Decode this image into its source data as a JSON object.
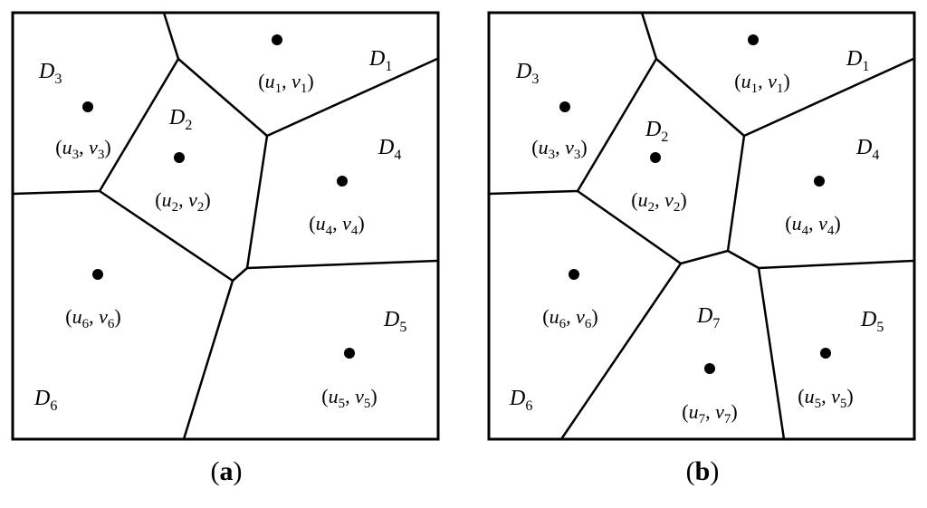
{
  "panels": [
    {
      "id": "a",
      "caption": "a",
      "regions": [
        {
          "letter": "D",
          "index": "1"
        },
        {
          "letter": "D",
          "index": "2"
        },
        {
          "letter": "D",
          "index": "3"
        },
        {
          "letter": "D",
          "index": "4"
        },
        {
          "letter": "D",
          "index": "5"
        },
        {
          "letter": "D",
          "index": "6"
        }
      ],
      "sites": [
        {
          "u": "u",
          "v": "v",
          "index": "1"
        },
        {
          "u": "u",
          "v": "v",
          "index": "2"
        },
        {
          "u": "u",
          "v": "v",
          "index": "3"
        },
        {
          "u": "u",
          "v": "v",
          "index": "4"
        },
        {
          "u": "u",
          "v": "v",
          "index": "5"
        },
        {
          "u": "u",
          "v": "v",
          "index": "6"
        }
      ]
    },
    {
      "id": "b",
      "caption": "b",
      "regions": [
        {
          "letter": "D",
          "index": "1"
        },
        {
          "letter": "D",
          "index": "2"
        },
        {
          "letter": "D",
          "index": "3"
        },
        {
          "letter": "D",
          "index": "4"
        },
        {
          "letter": "D",
          "index": "5"
        },
        {
          "letter": "D",
          "index": "6"
        },
        {
          "letter": "D",
          "index": "7"
        }
      ],
      "sites": [
        {
          "u": "u",
          "v": "v",
          "index": "1"
        },
        {
          "u": "u",
          "v": "v",
          "index": "2"
        },
        {
          "u": "u",
          "v": "v",
          "index": "3"
        },
        {
          "u": "u",
          "v": "v",
          "index": "4"
        },
        {
          "u": "u",
          "v": "v",
          "index": "5"
        },
        {
          "u": "u",
          "v": "v",
          "index": "6"
        },
        {
          "u": "u",
          "v": "v",
          "index": "7"
        }
      ]
    }
  ],
  "punct": {
    "open": "(",
    "comma": ", ",
    "close": ")"
  }
}
